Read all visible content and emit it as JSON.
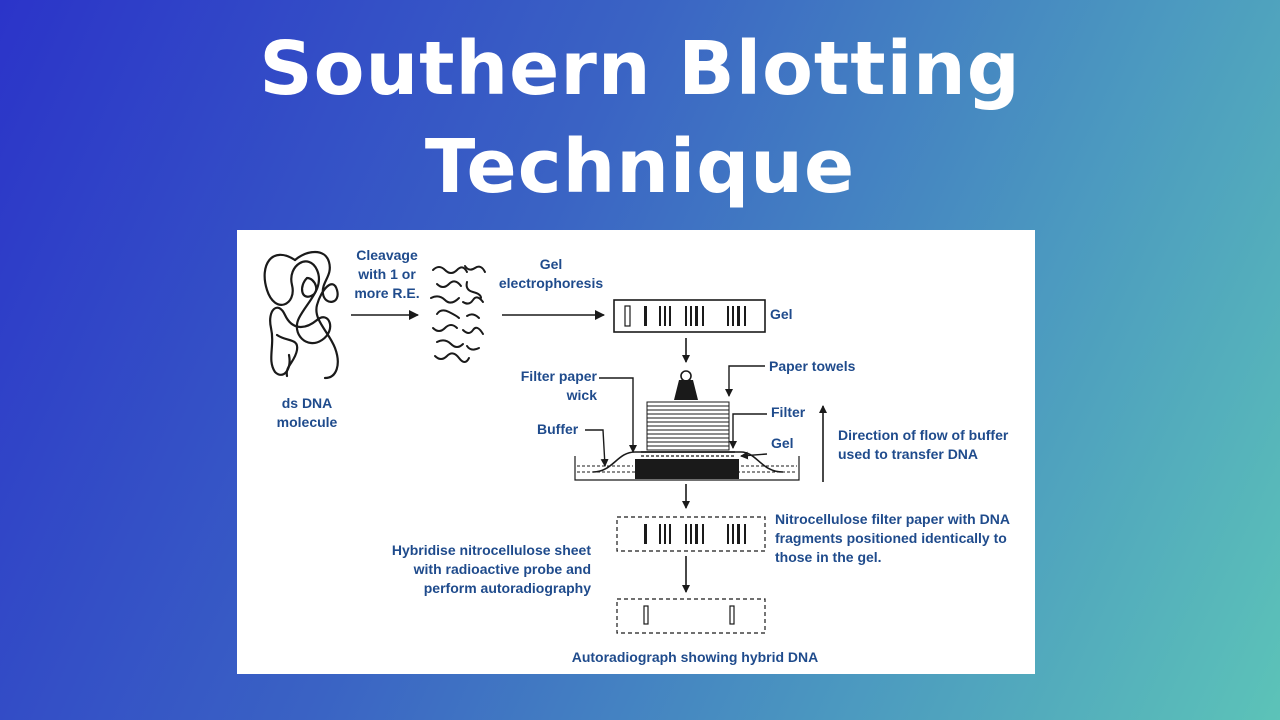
{
  "title": {
    "line1": "Southern Blotting",
    "line2": "Technique"
  },
  "diagram": {
    "ds_dna": {
      "line1": "ds DNA",
      "line2": "molecule"
    },
    "cleavage": {
      "line1": "Cleavage",
      "line2": "with 1 or",
      "line3": "more R.E."
    },
    "gel_electrophoresis": {
      "line1": "Gel",
      "line2": "electrophoresis"
    },
    "gel_top": "Gel",
    "paper_towels": "Paper towels",
    "filter_paper_wick": {
      "line1": "Filter paper",
      "line2": "wick"
    },
    "filter": "Filter",
    "buffer": "Buffer",
    "gel_mid": "Gel",
    "direction": {
      "line1": "Direction of flow of buffer",
      "line2": "used to transfer DNA"
    },
    "nitrocellulose": {
      "line1": "Nitrocellulose filter paper with DNA",
      "line2": "fragments positioned identically to",
      "line3": "those in the gel."
    },
    "hybridise": {
      "line1": "Hybridise nitrocellulose sheet",
      "line2": "with radioactive probe and",
      "line3": "perform autoradiography"
    },
    "autoradiograph": "Autoradiograph showing hybrid DNA"
  },
  "colors": {
    "label": "#1f4b8c",
    "ink": "#1a1a1a",
    "title": "#ffffff"
  }
}
